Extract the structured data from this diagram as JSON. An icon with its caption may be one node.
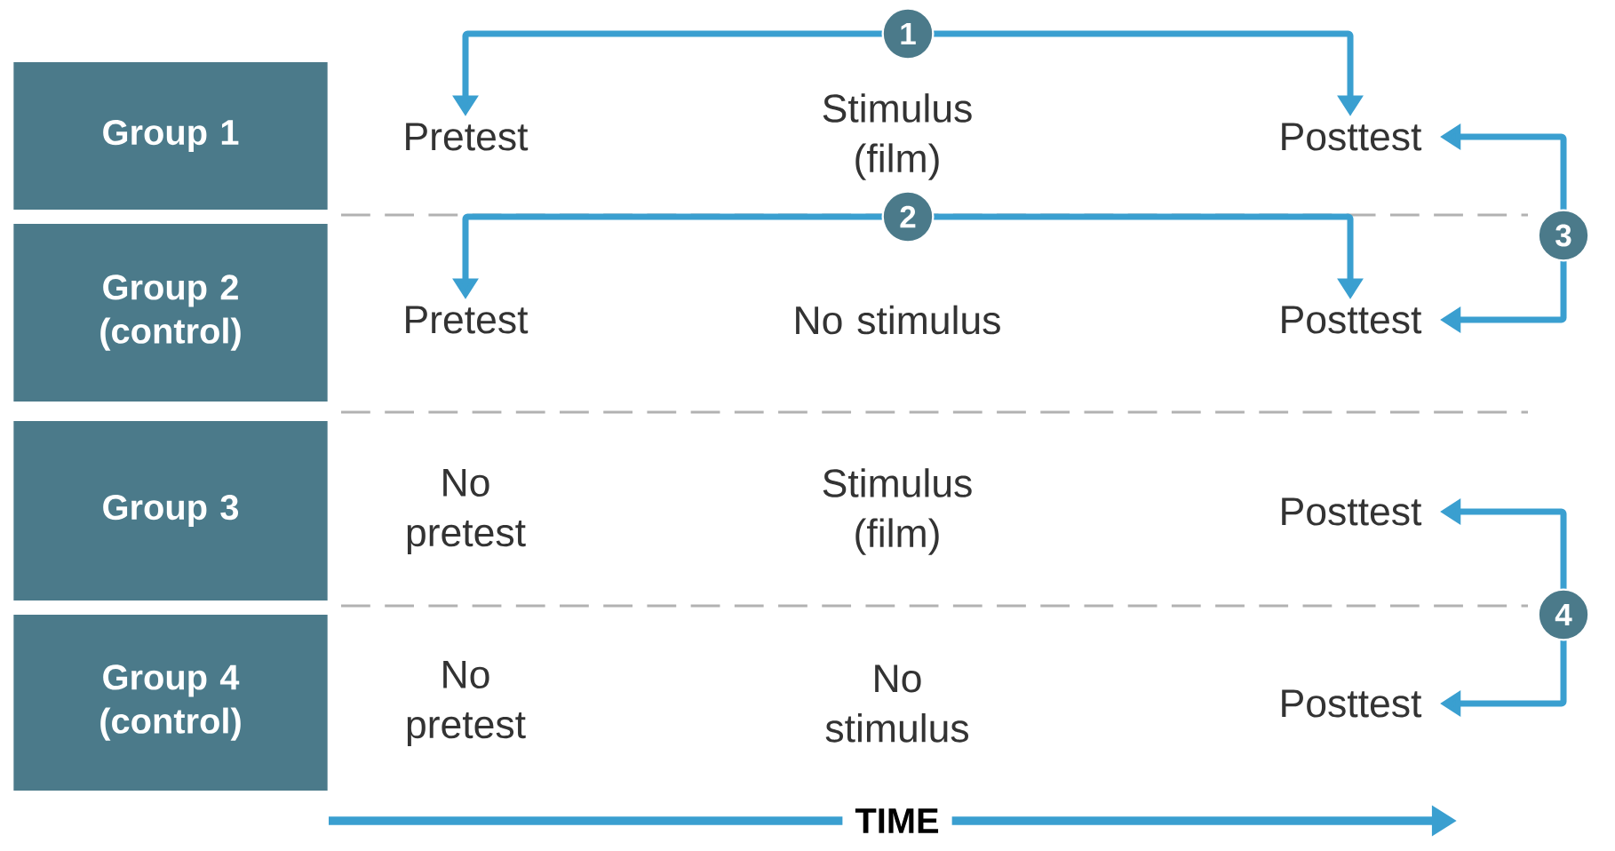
{
  "diagram": {
    "nodes": [
      {
        "text": [
          "Group 1"
        ]
      },
      {
        "text": [
          "Group 2 (control)"
        ]
      },
      {
        "text": [
          "Group 3"
        ]
      },
      {
        "text": [
          "Group 4 (control)"
        ]
      },
      {
        "text": [
          "Pretest"
        ]
      },
      {
        "text": [
          "Stimulus (film)"
        ]
      },
      {
        "text": [
          "Posttest"
        ]
      },
      {
        "text": [
          "Pretest"
        ]
      },
      {
        "text": [
          "No stimulus"
        ]
      },
      {
        "text": [
          "Posttest"
        ]
      },
      {
        "text": [
          "No pretest"
        ]
      },
      {
        "text": [
          "Stimulus (film)"
        ]
      },
      {
        "text": [
          "Posttest"
        ]
      },
      {
        "text": [
          "No pretest"
        ]
      },
      {
        "text": [
          "No stimulus"
        ]
      },
      {
        "text": [
          "Posttest"
        ]
      }
    ],
    "edges": [
      {
        "from": 4,
        "to": 6,
        "arrow": "both",
        "label": "1"
      },
      {
        "from": 7,
        "to": 9,
        "arrow": "both",
        "label": "2"
      },
      {
        "from": 6,
        "to": 9,
        "arrow": "both",
        "label": "3"
      },
      {
        "from": 12,
        "to": 15,
        "arrow": "both",
        "label": "4"
      }
    ],
    "labels": [
      "TIME"
    ]
  }
}
